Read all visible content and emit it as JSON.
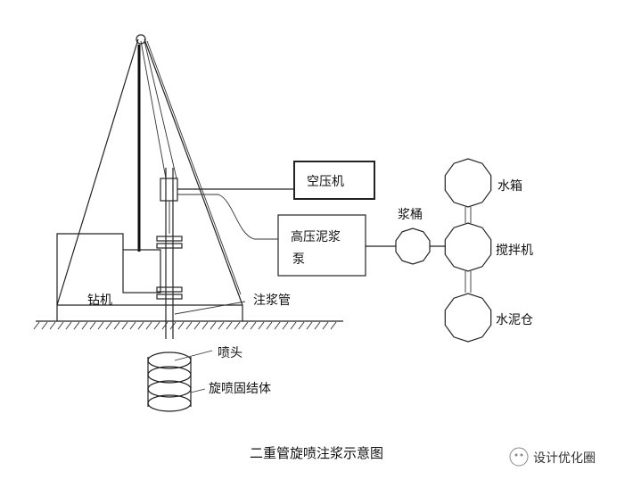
{
  "labels": {
    "air_compressor": "空压机",
    "pump_line1": "高压泥浆",
    "pump_line2": "泵",
    "slurry_tank": "浆桶",
    "water_tank": "水箱",
    "mixer": "搅拌机",
    "cement_silo": "水泥仓",
    "drilling_rig": "钻机",
    "grout_pipe": "注浆管",
    "nozzle": "喷头",
    "jet_grout_body": "旋喷固结体"
  },
  "caption": "二重管旋喷注浆示意图",
  "watermark": "设计优化圈"
}
